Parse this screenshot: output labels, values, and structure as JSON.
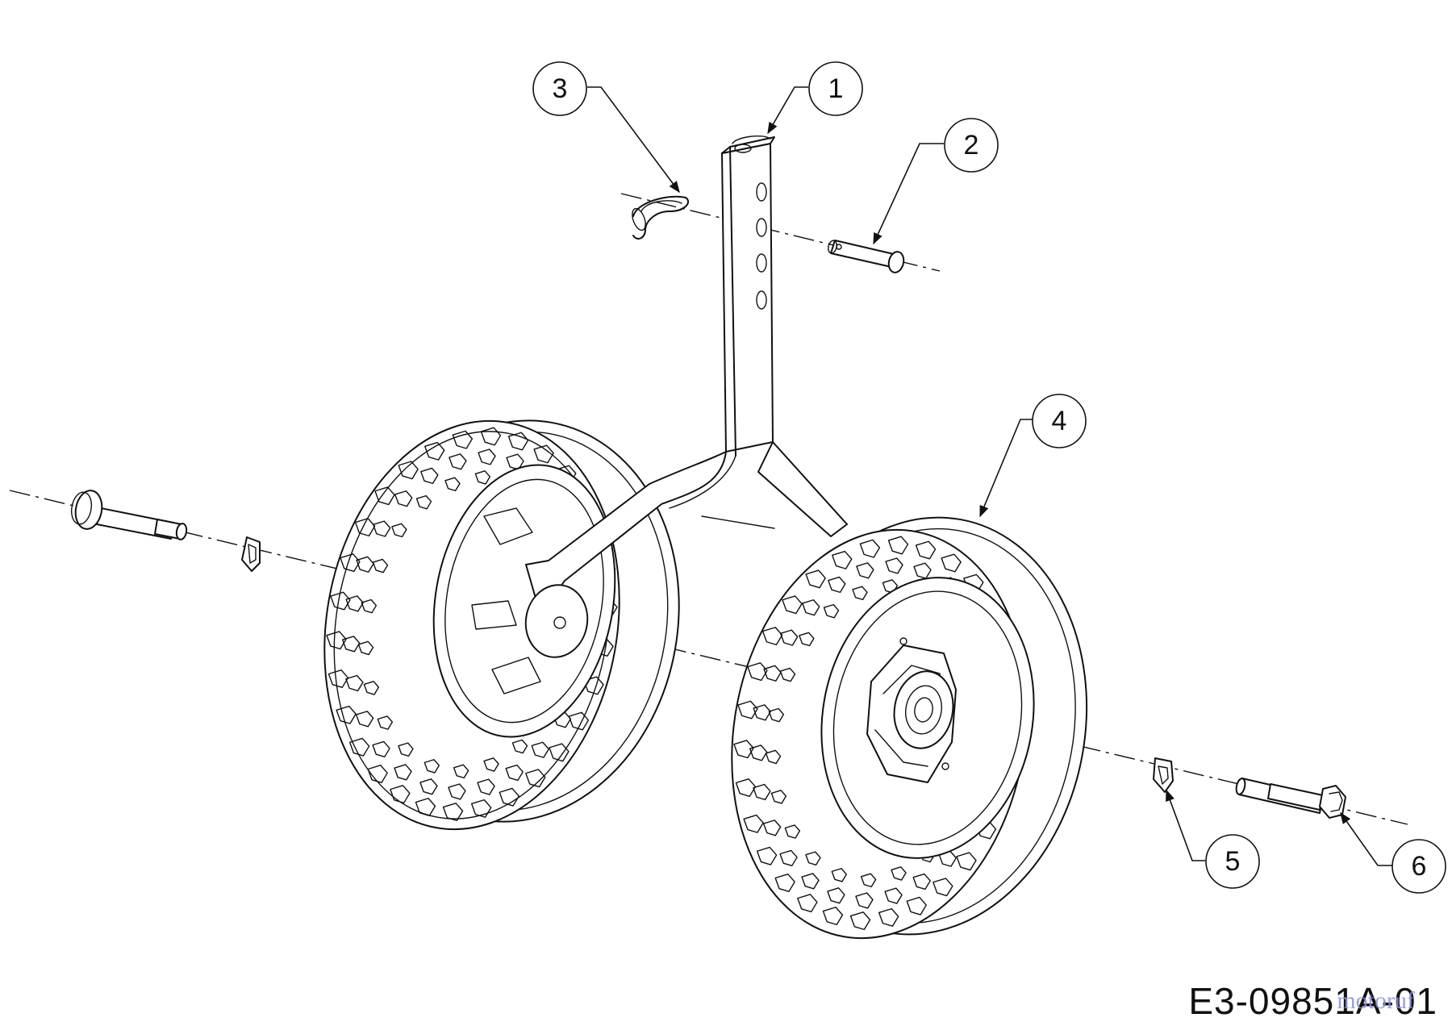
{
  "callouts": [
    {
      "id": "1",
      "label": "1"
    },
    {
      "id": "2",
      "label": "2"
    },
    {
      "id": "3",
      "label": "3"
    },
    {
      "id": "4",
      "label": "4"
    },
    {
      "id": "5",
      "label": "5"
    },
    {
      "id": "6",
      "label": "6"
    }
  ],
  "drawing_code": "E3-09851A-01",
  "watermark": "motoruf"
}
